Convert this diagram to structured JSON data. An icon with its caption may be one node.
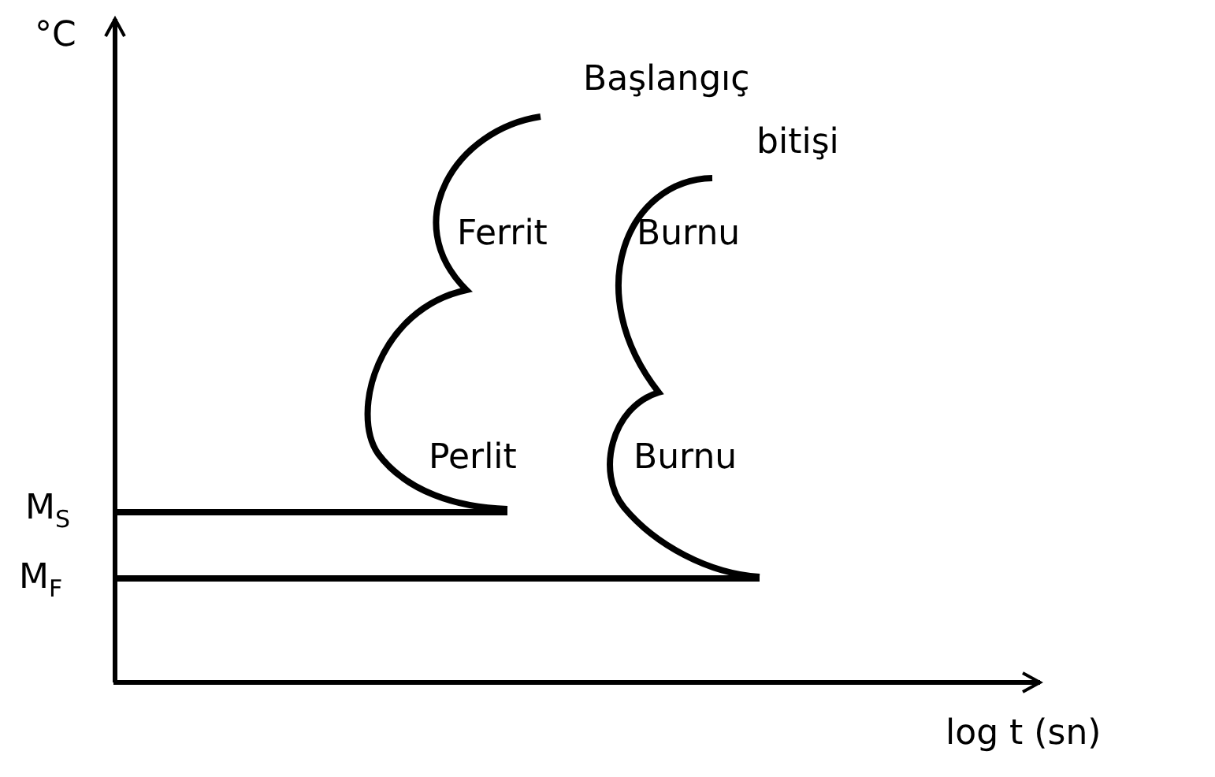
{
  "diagram": {
    "labels": [
      "°C",
      "Başlangıç",
      "bitişi",
      "Ferrit",
      "Burnu",
      "Perlit",
      "Burnu",
      "M$_{S}$",
      "M$_{F}$",
      "log t (sn)"
    ]
  }
}
